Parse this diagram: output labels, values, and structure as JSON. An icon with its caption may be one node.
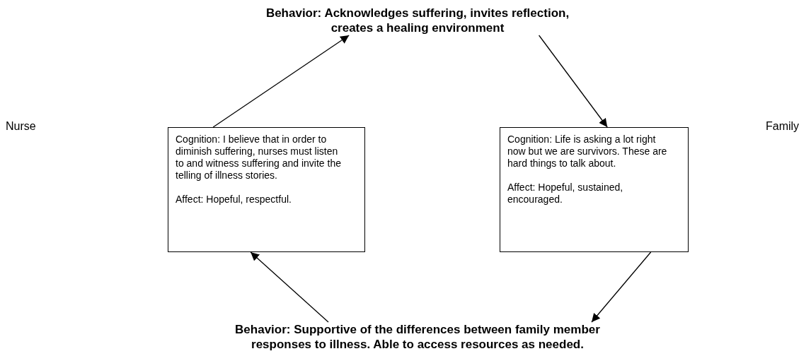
{
  "diagram": {
    "nodes": [
      {
        "text": [
          "Behavior: Acknowledges suffering, invites reflection, creates a healing environment"
        ]
      },
      {
        "text": [
          "Cognition: I believe that in order to diminish suffering, nurses must listen to and witness suffering and invite the telling of illness stories.",
          "Affect: Hopeful, respectful."
        ]
      },
      {
        "text": [
          "Cognition: Life is asking a lot right now but we are survivors. These are hard things to talk about.",
          "Affect: Hopeful, sustained, encouraged."
        ]
      },
      {
        "text": [
          "Behavior: Supportive of the differences between family member responses to illness. Able to access resources as needed."
        ]
      }
    ],
    "labels": [
      "Nurse",
      "Family"
    ],
    "edges": [
      {
        "from": 1,
        "to": 0,
        "arrow": "to"
      },
      {
        "from": 0,
        "to": 2,
        "arrow": "to"
      },
      {
        "from": 2,
        "to": 3,
        "arrow": "to"
      },
      {
        "from": 3,
        "to": 1,
        "arrow": "to"
      }
    ]
  }
}
